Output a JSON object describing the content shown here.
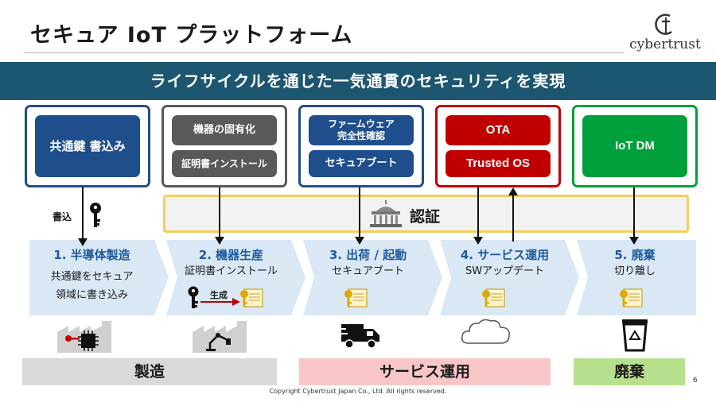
{
  "title": "セキュア IoT プラットフォーム",
  "logo": {
    "text": "cybertrust"
  },
  "banner": "ライフサイクルを通じた一気通貫のセキュリティを実現",
  "top_boxes": {
    "b1": {
      "label": "共通鍵 書込み",
      "color": "#1f4e8c"
    },
    "b2": {
      "labels": [
        "機器の固有化",
        "証明書インストール"
      ],
      "color": "#595959"
    },
    "b3": {
      "labels": [
        "ファームウェア\n完全性確認",
        "セキュアブート"
      ],
      "color": "#1f4e8c"
    },
    "b4": {
      "labels": [
        "OTA",
        "Trusted OS"
      ],
      "color": "#c00000"
    },
    "b5": {
      "label": "IoT DM",
      "color": "#00a03c"
    }
  },
  "auth_label": "認証",
  "write_label": "書込",
  "generate_label": "生成",
  "steps": [
    {
      "title": "1. 半導体製造",
      "desc": "共通鍵をセキュア\n領域に書き込み"
    },
    {
      "title": "2. 機器生産",
      "desc": "証明書インストール"
    },
    {
      "title": "3. 出荷 / 起動",
      "desc": "セキュアブート"
    },
    {
      "title": "4. サービス運用",
      "desc": "SWアップデート"
    },
    {
      "title": "5. 廃棄",
      "desc": "切り離し"
    }
  ],
  "icons": [
    "chip-factory-icon",
    "robot-factory-icon",
    "truck-icon",
    "cloud-icon",
    "recycle-bin-icon"
  ],
  "categories": [
    {
      "label": "製造",
      "color": "#d9d9d9"
    },
    {
      "label": "サービス運用",
      "color": "#f9c6c8"
    },
    {
      "label": "廃棄",
      "color": "#b7e08d"
    }
  ],
  "copyright": "Copyright Cybertrust Japan Co., Ltd. All rights reserved.",
  "page_number": "6"
}
